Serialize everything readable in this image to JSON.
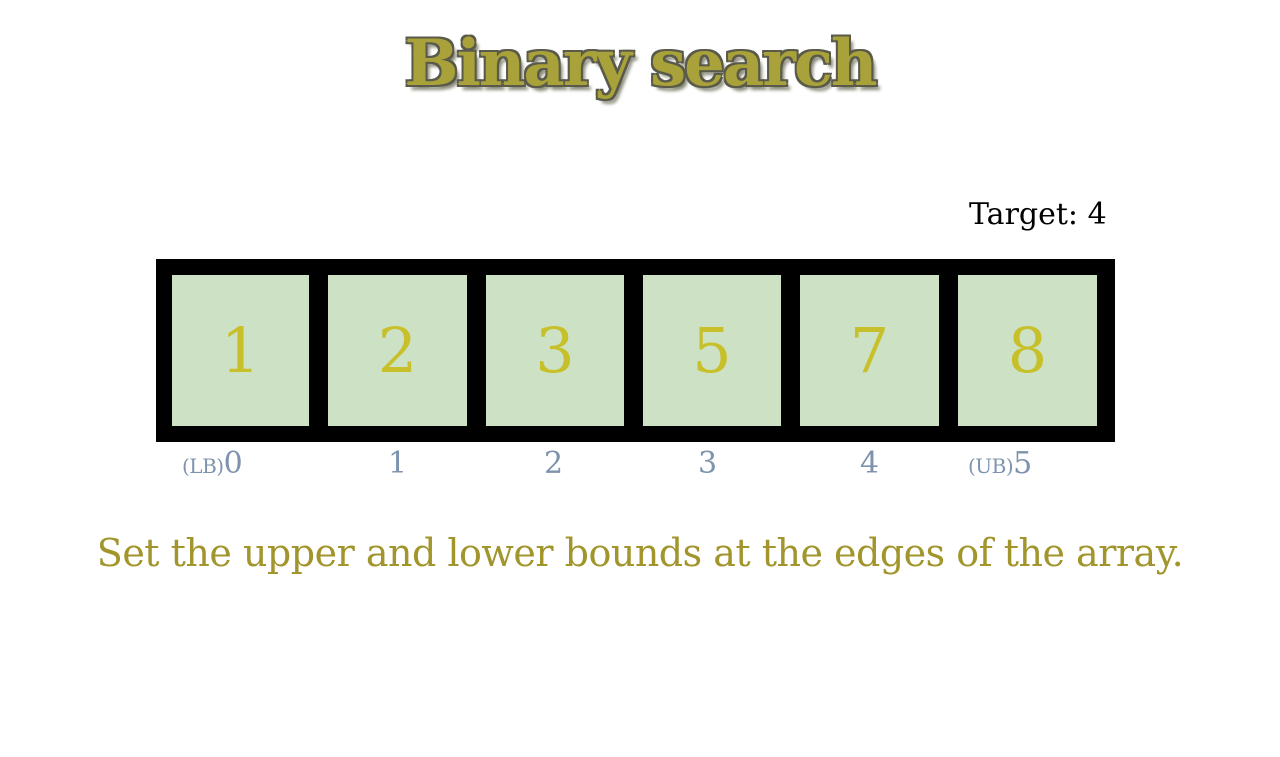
{
  "title": "Binary search",
  "target": {
    "label": "Target: 4",
    "value": 4
  },
  "array": {
    "values": [
      "1",
      "2",
      "3",
      "5",
      "7",
      "8"
    ],
    "indices": [
      "0",
      "1",
      "2",
      "3",
      "4",
      "5"
    ],
    "lower_bound_tag": "(LB)",
    "upper_bound_tag": "(UB)",
    "lower_bound_index": 0,
    "upper_bound_index": 5
  },
  "caption": "Set the upper and lower bounds at the edges of the array.",
  "colors": {
    "cell_fill": "#cde2c4",
    "cell_text": "#c7c02a",
    "frame": "#000000",
    "index_text": "#7d93ae",
    "caption_text": "#a1952c",
    "title_fill": "#a9a23a"
  }
}
